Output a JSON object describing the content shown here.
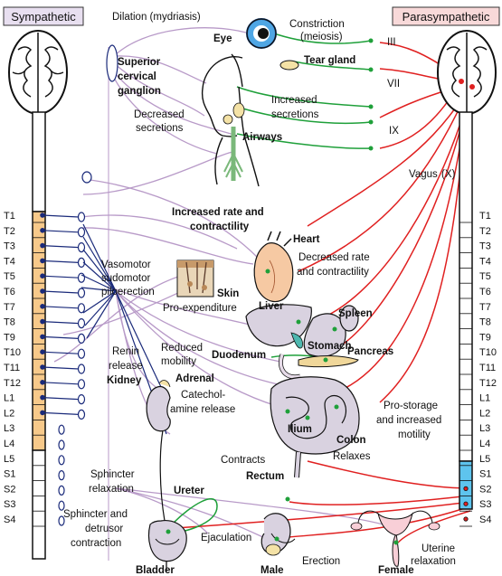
{
  "headers": {
    "sympathetic": "Sympathetic",
    "parasympathetic": "Parasympathetic"
  },
  "colors": {
    "sympathetic_fiber": "#b89ac8",
    "parasympathetic_fiber": "#e02020",
    "postganglionic_para": "#1fa03a",
    "chain_line": "#1a2a7a",
    "thoracolumbar_fill": "#f7c98a",
    "sacral_fill": "#5ec4ee",
    "header_sym_bg": "#e8dff0",
    "header_para_bg": "#f8d9d9"
  },
  "spinal_left": [
    "T1",
    "T2",
    "T3",
    "T4",
    "T5",
    "T6",
    "T7",
    "T8",
    "T9",
    "T10",
    "T11",
    "T12",
    "L1",
    "L2",
    "L3",
    "L4",
    "L5",
    "S1",
    "S2",
    "S3",
    "S4"
  ],
  "spinal_right": [
    "T1",
    "T2",
    "T3",
    "T4",
    "T5",
    "T6",
    "T7",
    "T8",
    "T9",
    "T10",
    "T11",
    "T12",
    "L1",
    "L2",
    "L3",
    "L4",
    "L5",
    "S1",
    "S2",
    "S3",
    "S4"
  ],
  "cranial_nerves": {
    "n3": "III",
    "n7": "VII",
    "n9": "IX",
    "vagus": "Vagus",
    "vagus_num": "(X)"
  },
  "labels": {
    "dilation": "Dilation (mydriasis)",
    "eye": "Eye",
    "constriction_1": "Constriction",
    "constriction_2": "(meiosis)",
    "tear_gland": "Tear gland",
    "superior_1": "Superior",
    "superior_2": "cervical",
    "superior_3": "ganglion",
    "decreased_sec_1": "Decreased",
    "decreased_sec_2": "secretions",
    "increased_sec_1": "Increased",
    "increased_sec_2": "secretions",
    "airways": "Airways",
    "inc_rate_1": "Increased rate and",
    "inc_rate_2": "contractility",
    "heart": "Heart",
    "dec_rate_1": "Decreased rate",
    "dec_rate_2": "and contractility",
    "vasomotor_1": "Vasomotor",
    "vasomotor_2": "sudomotor",
    "vasomotor_3": "piloerection",
    "skin": "Skin",
    "pro_expenditure": "Pro-expenditure",
    "liver": "Liver",
    "spleen": "Spleen",
    "stomach": "Stomach",
    "pancreas": "Pancreas",
    "renin_1": "Renin",
    "renin_2": "release",
    "kidney": "Kidney",
    "reduced_1": "Reduced",
    "reduced_2": "mobility",
    "duodenum": "Duodenum",
    "adrenal": "Adrenal",
    "catechol_1": "Catechol-",
    "catechol_2": "amine release",
    "ilium": "Ilium",
    "colon": "Colon",
    "pro_storage_1": "Pro-storage",
    "pro_storage_2": "and increased",
    "pro_storage_3": "motility",
    "contracts": "Contracts",
    "relaxes": "Relaxes",
    "rectum": "Rectum",
    "sphincter_relax_1": "Sphincter",
    "sphincter_relax_2": "relaxation",
    "ureter": "Ureter",
    "sphincter_det_1": "Sphincter and",
    "sphincter_det_2": "detrusor",
    "sphincter_det_3": "contraction",
    "ejaculation": "Ejaculation",
    "erection": "Erection",
    "uterine_1": "Uterine",
    "uterine_2": "relaxation",
    "bladder": "Bladder",
    "male": "Male",
    "female": "Female"
  }
}
